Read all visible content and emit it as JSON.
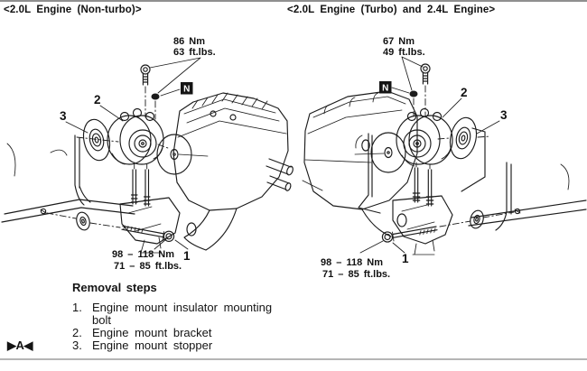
{
  "colors": {
    "ink": "#1c1c1c",
    "background": "#ffffff"
  },
  "left_diagram": {
    "title": "<2.0L Engine (Non-turbo)>",
    "upper_torque": {
      "metric": "86 Nm",
      "imperial": "63 ft.lbs."
    },
    "lower_torque": {
      "metric": "98 – 118 Nm",
      "imperial": "71 – 85 ft.lbs."
    },
    "callouts": {
      "part_1": "1",
      "part_2": "2",
      "part_3": "3",
      "new_part_symbol": "N"
    }
  },
  "right_diagram": {
    "title": "<2.0L Engine (Turbo) and 2.4L Engine>",
    "upper_torque": {
      "metric": "67 Nm",
      "imperial": "49 ft.lbs."
    },
    "lower_torque": {
      "metric": "98 – 118 Nm",
      "imperial": "71 – 85 ft.lbs."
    },
    "callouts": {
      "part_1": "1",
      "part_2": "2",
      "part_3": "3",
      "new_part_symbol": "N"
    }
  },
  "removal_steps": {
    "heading": "Removal steps",
    "reinstall_marker": "▶A◀",
    "items": [
      {
        "number": "1.",
        "label": "Engine mount insulator mounting bolt"
      },
      {
        "number": "2.",
        "label": "Engine mount bracket"
      },
      {
        "number": "3.",
        "label": "Engine mount stopper"
      }
    ]
  }
}
